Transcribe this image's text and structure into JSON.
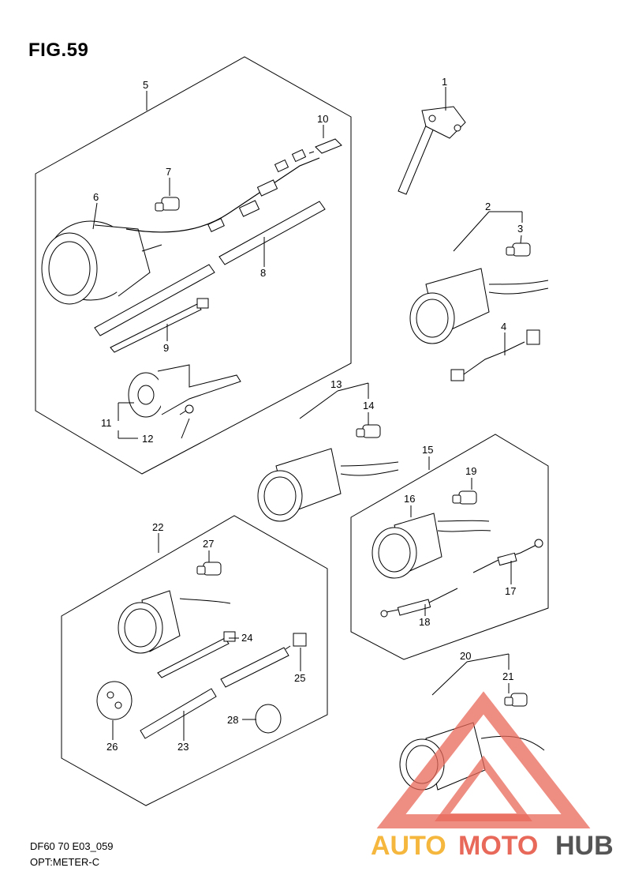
{
  "figure": {
    "title": "FIG.59",
    "code": "DF60 70 E03_059",
    "name": "OPT:METER-C"
  },
  "callouts": [
    "1",
    "2",
    "3",
    "4",
    "5",
    "6",
    "7",
    "8",
    "9",
    "10",
    "11",
    "12",
    "13",
    "14",
    "15",
    "16",
    "17",
    "18",
    "19",
    "20",
    "21",
    "22",
    "23",
    "24",
    "25",
    "26",
    "27",
    "28"
  ],
  "watermark": {
    "part1": "AUTO",
    "part2": "MOTO",
    "part3": "HUB",
    "colors": {
      "auto": "#f5b73d",
      "moto": "#e8685a",
      "hub": "#555555",
      "triangle": "#e8685a"
    }
  }
}
